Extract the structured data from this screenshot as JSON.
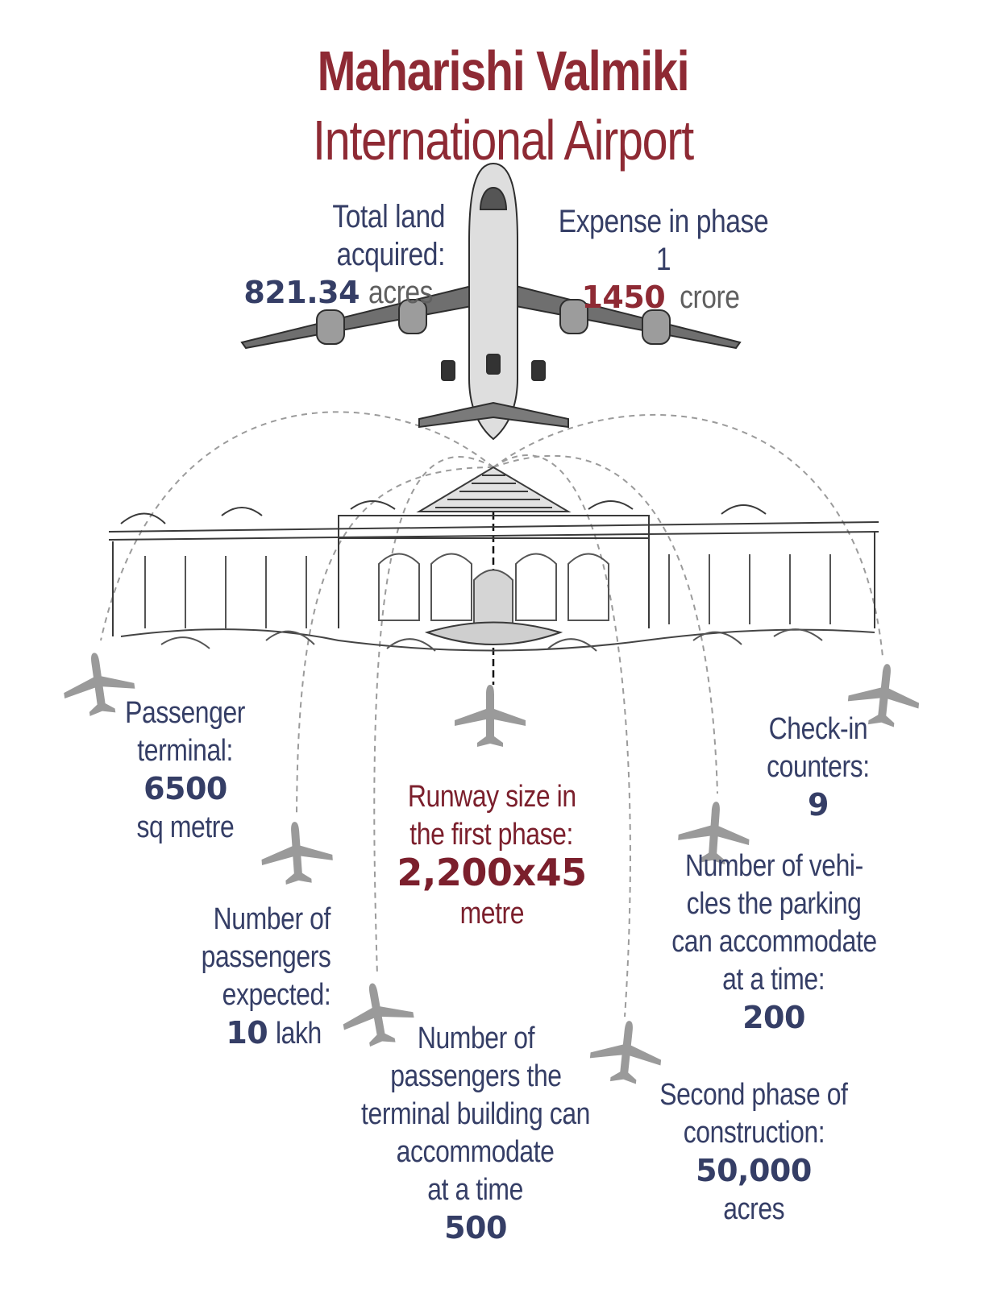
{
  "title": {
    "line1": "Maharishi Valmiki",
    "line2": "International Airport"
  },
  "stats": {
    "land": {
      "label": "Total land acquired:",
      "value": "821.34",
      "unit": "acres"
    },
    "expense": {
      "label": "Expense in phase 1",
      "value": "1450",
      "unit": "crore"
    },
    "terminal": {
      "label1": "Passenger",
      "label2": "terminal:",
      "value": "6500",
      "unit": "sq metre"
    },
    "runway": {
      "label1": "Runway size in",
      "label2": "the first phase:",
      "value": "2,200x45",
      "unit": "metre"
    },
    "checkin": {
      "label1": "Check-in",
      "label2": "counters:",
      "value": "9"
    },
    "passengers": {
      "label1": "Number of",
      "label2": "passengers",
      "label3": "expected:",
      "value": "10",
      "unit": "lakh"
    },
    "parking": {
      "label1": "Number of vehi-",
      "label2": "cles the parking",
      "label3": "can accommodate",
      "label4": "at a time:",
      "value": "200"
    },
    "capacity": {
      "label1": "Number of",
      "label2": "passengers the",
      "label3": "terminal building can",
      "label4": "accommodate",
      "label5": "at a time",
      "value": "500"
    },
    "second": {
      "label1": "Second phase of",
      "label2": "construction:",
      "value": "50,000",
      "unit": "acres"
    }
  },
  "colors": {
    "title": "#8e2a34",
    "text": "#353e66",
    "icon": "#9a9a9a",
    "sketch": "#3a3a3a"
  },
  "icons": [
    "airplane-sketch",
    "terminal-building-sketch",
    "plane-icon"
  ]
}
